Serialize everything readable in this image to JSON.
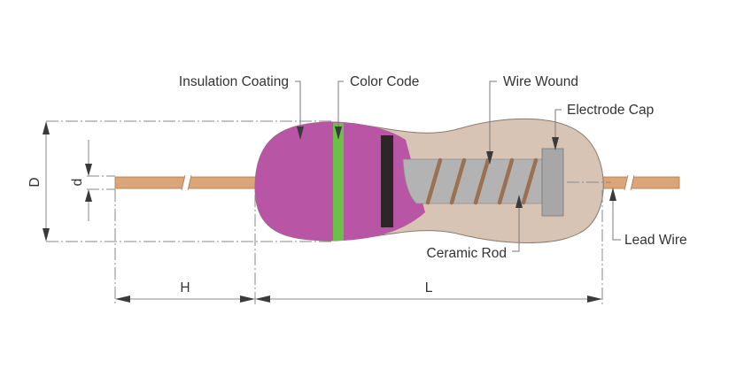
{
  "labels": {
    "insulation_coating": "Insulation Coating",
    "color_code": "Color Code",
    "wire_wound": "Wire Wound",
    "electrode_cap": "Electrode Cap",
    "ceramic_rod": "Ceramic Rod",
    "lead_wire": "Lead Wire"
  },
  "dimensions": {
    "D": "D",
    "d": "d",
    "H": "H",
    "L": "L"
  },
  "colors": {
    "coating": "#b855a4",
    "color_band": "#6cc04a",
    "dark_band": "#2e2527",
    "body": "#d8c4b4",
    "ceramic_rod": "#b3b3b3",
    "wire_coil": "#9b7152",
    "electrode_cap": "#a7a7a7",
    "lead_wire": "#dca577"
  }
}
